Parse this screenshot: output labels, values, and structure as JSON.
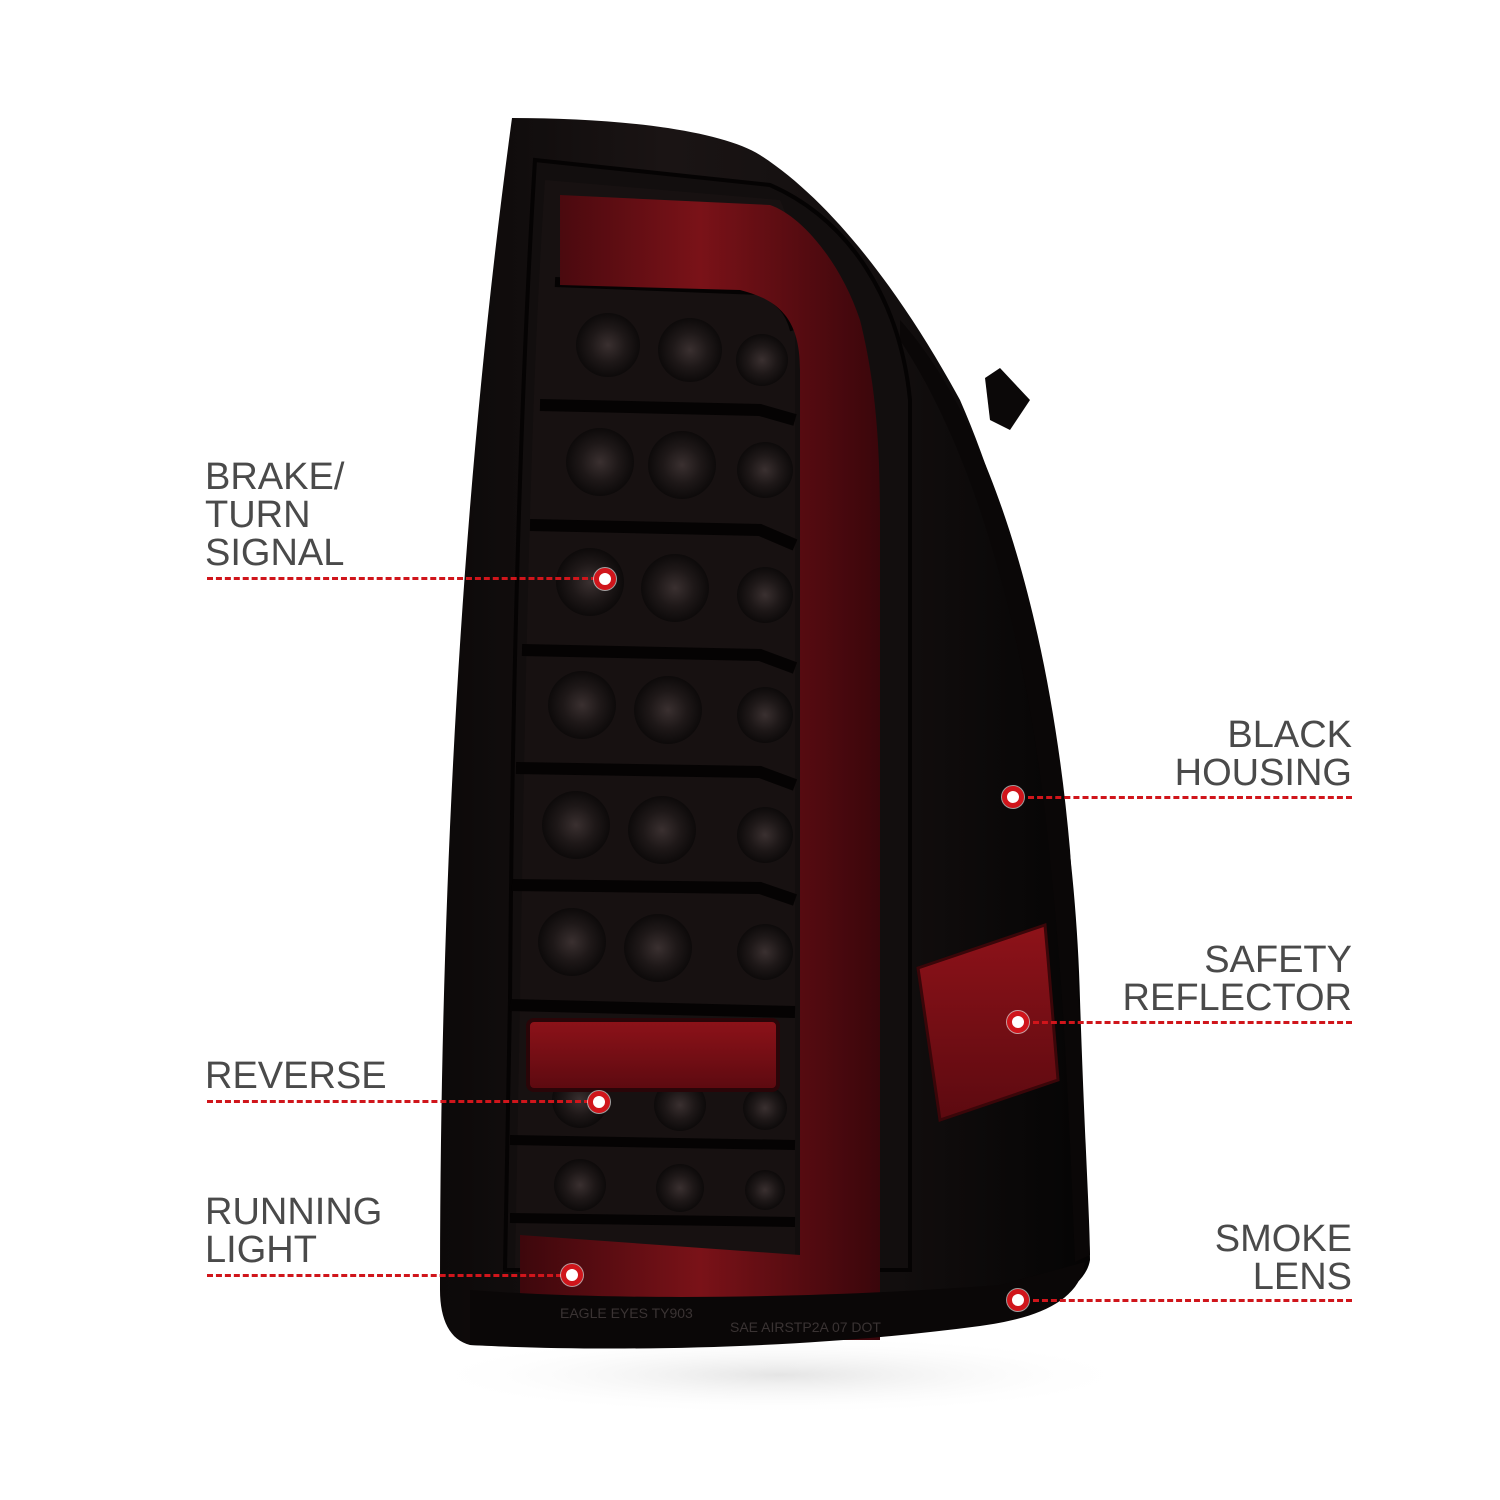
{
  "colors": {
    "accent": "#d0151b",
    "label_text": "#4a4a4a",
    "housing": "#141010",
    "light_bar": "#6b0d14"
  },
  "callouts": {
    "brake_turn": [
      "BRAKE/",
      "TURN",
      "SIGNAL"
    ],
    "reverse": [
      "REVERSE"
    ],
    "running_light": [
      "RUNNING",
      "LIGHT"
    ],
    "black_housing": [
      "BLACK",
      "HOUSING"
    ],
    "safety_reflector": [
      "SAFETY",
      "REFLECTOR"
    ],
    "smoke_lens": [
      "SMOKE",
      "LENS"
    ]
  },
  "lens_markings": {
    "brand": "EAGLE EYES TY903",
    "compliance": "SAE AIRSTP2A 07 DOT"
  }
}
